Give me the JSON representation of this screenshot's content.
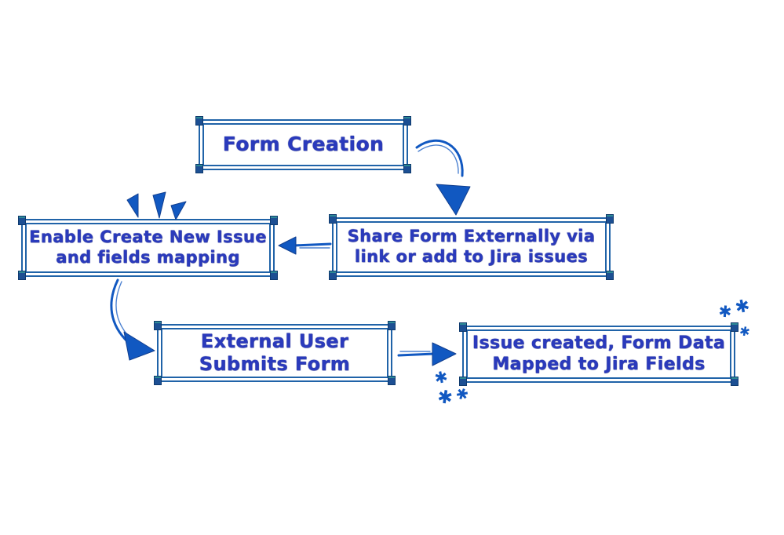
{
  "diagram": {
    "colors": {
      "background": "#ffffff",
      "box_border": "#2063a8",
      "corner_handle": "#1c4f93",
      "text": "#2a3abc",
      "arrow": "#1158c1"
    },
    "nodes": [
      {
        "id": "form-creation",
        "label": "Form Creation"
      },
      {
        "id": "share-form-externally",
        "label": "Share Form Externally via\nlink or add to Jira issues"
      },
      {
        "id": "enable-create-new-issue",
        "label": "Enable Create New Issue\nand fields mapping"
      },
      {
        "id": "external-user-submits",
        "label": "External User\nSubmits Form"
      },
      {
        "id": "issue-created",
        "label": "Issue created, Form Data\nMapped to Jira Fields"
      }
    ],
    "arrows": [
      {
        "name": "arrow-form-creation-to-share-form",
        "style": "curved-down-right"
      },
      {
        "name": "arrow-share-form-to-enable-create",
        "style": "straight-left"
      },
      {
        "name": "arrow-enable-create-to-external-user",
        "style": "curved-down-right"
      },
      {
        "name": "arrow-external-user-to-issue-created",
        "style": "straight-right"
      }
    ],
    "decorations": {
      "sparkle_glyph": "✱",
      "emphasis_rays_count": 3
    }
  }
}
